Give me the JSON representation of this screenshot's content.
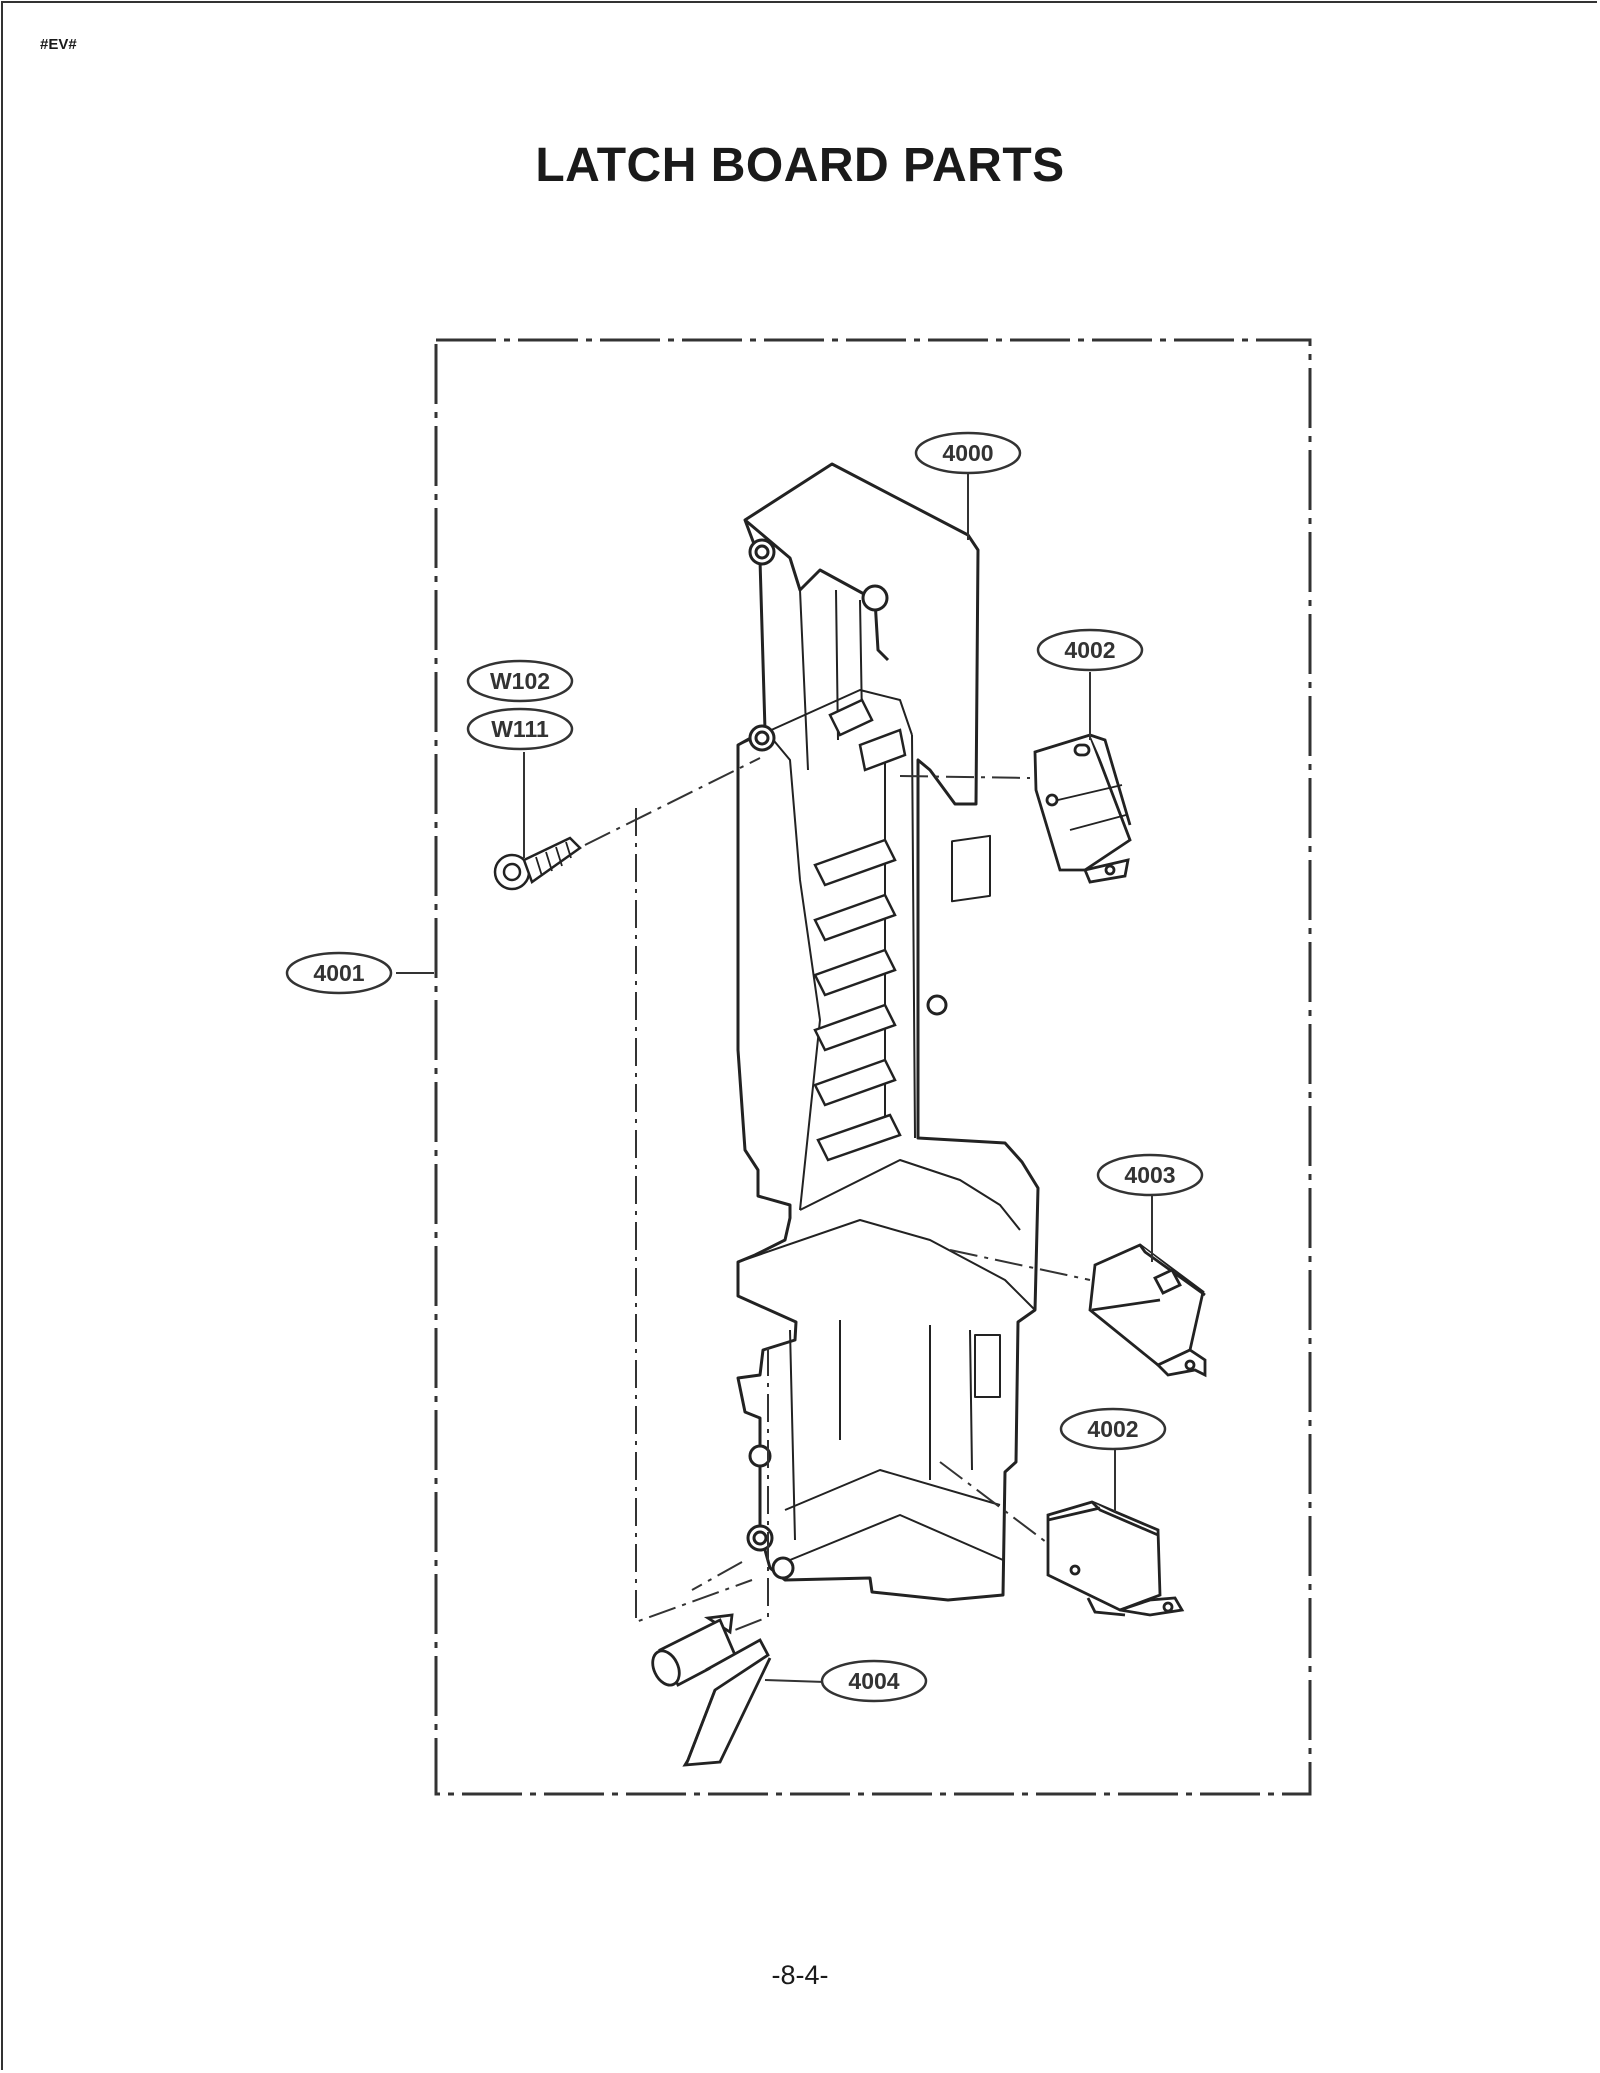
{
  "header": {
    "doc_code": "#EV#"
  },
  "title": "LATCH BOARD PARTS",
  "footer": {
    "page_number": "-8-4-"
  },
  "diagram": {
    "callouts": [
      {
        "id": "c-4000",
        "label": "4000"
      },
      {
        "id": "c-4002a",
        "label": "4002"
      },
      {
        "id": "c-w102",
        "label": "W102"
      },
      {
        "id": "c-w111",
        "label": "W111"
      },
      {
        "id": "c-4001",
        "label": "4001"
      },
      {
        "id": "c-4003",
        "label": "4003"
      },
      {
        "id": "c-4002b",
        "label": "4002"
      },
      {
        "id": "c-4004",
        "label": "4004"
      }
    ]
  }
}
